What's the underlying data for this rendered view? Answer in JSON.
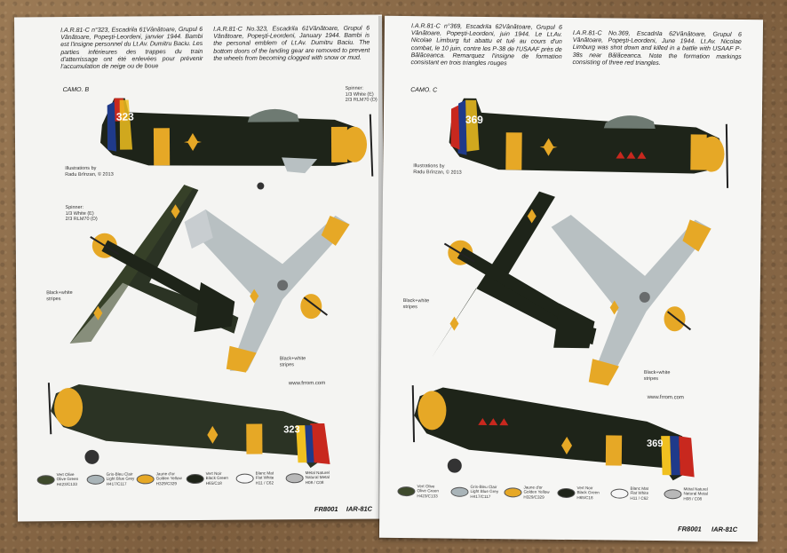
{
  "left_page": {
    "french_text": "I.A.R.81-C n°323, Escadrila 61Vânătoare, Grupul 6 Vânătoare, Popeşti-Leordeni, janvier 1944. Bambi est l'insigne personnel du Lt.Av. Dumitru Baciu. Les parties inférieures des trappes du train d'atterrissage ont été enlevées pour prévenir l'accumulation de neige ou de boue",
    "english_text": "I.A.R.81-C No.323, Escadrila 61Vânătoare, Grupul 6 Vânătoare, Popeşti-Leordeni, January 1944. Bambi is the personal emblem of Lt.Av. Dumitru Baciu. The bottom doors of the landing gear are removed to prevent the wheels from becoming clogged with snow or mud.",
    "camo_label": "CAMO. B",
    "serial": "323",
    "spinner_note": "Spinner:\n1/3 White (E)\n2/3 RLM70 (D)",
    "spinner_note_2": "Spinner:\n1/3 White (E)\n2/3 RLM70 (D)",
    "illustrations_credit": "Illustrations by\nRadu Brînzan, © 2013",
    "stripes_label_1": "Black+white\nstripes",
    "stripes_label_2": "Black+white\nstripes",
    "url": "www.frrom.com",
    "footer_code": "FR8001",
    "footer_title": "IAR-81C",
    "swatches": [
      {
        "label": "Vert Olive\nOlive Green\nH423/C133",
        "color": "#3e4a2c"
      },
      {
        "label": "Gris-Bleu Clair\nLight Blue Grey\nH417/C117",
        "color": "#a9b4b8"
      },
      {
        "label": "Jaune d'or\nGolden Yellow\nH329/C329",
        "color": "#e6a826"
      },
      {
        "label": "Vert Noir\nBlack Green\nH65/C18",
        "color": "#1e2419"
      },
      {
        "label": "Blanc Mat\nFlat White\nH11 / C62",
        "color": "#f6f6f6"
      },
      {
        "label": "Métal Naturel\nNatural Metal\nH08 / C08",
        "color": "#b8b8b8"
      }
    ]
  },
  "right_page": {
    "french_text": "I.A.R.81-C n°369, Escadrila 62Vânătoare, Grupul 6 Vânătoare, Popeşti-Leordeni, juin 1944. Le Lt.Av. Nicolae Limburg fut abattu et tué au cours d'un combat, le 10 juin, contre les P-38 de l'USAAF près de Bălăceanca. Remarquez l'insigne de formation consistant en trois triangles rouges",
    "english_text": "I.A.R.81-C No.369, Escadrila 62Vânătoare, Grupul 6 Vânătoare, Popeşti-Leordeni, June 1944. Lt.Av. Nicolae Limburg was shot down and killed in a battle with USAAF P-38s near Bălăceanca. Note the formation markings consisting of three red triangles.",
    "camo_label": "CAMO. C",
    "serial": "369",
    "illustrations_credit": "Illustrations by\nRadu Brînzan, © 2013",
    "stripes_label_1": "Black+white\nstripes",
    "stripes_label_2": "Black+white\nstripes",
    "url": "www.frrom.com",
    "footer_code": "FR8001",
    "footer_title": "IAR-81C",
    "swatches": [
      {
        "label": "Vert Olive\nOlive Green\nH423/C133",
        "color": "#3e4a2c"
      },
      {
        "label": "Gris-Bleu Clair\nLight Blue Grey\nH417/C117",
        "color": "#a9b4b8"
      },
      {
        "label": "Jaune d'or\nGolden Yellow\nH329/C329",
        "color": "#e6a826"
      },
      {
        "label": "Vert Noir\nBlack Green\nH65/C18",
        "color": "#1e2419"
      },
      {
        "label": "Blanc Mat\nFlat White\nH11 / C62",
        "color": "#f6f6f6"
      },
      {
        "label": "Métal Naturel\nNatural Metal\nH08 / C08",
        "color": "#b8b8b8"
      }
    ]
  },
  "colors": {
    "table": "#8a6a48",
    "paper": "#f4f4f2",
    "dark_green": "#1e2419",
    "olive": "#3e4a2c",
    "yellow": "#e6a826",
    "light_grey": "#b8c0c2",
    "red": "#c8281e",
    "blue": "#1f3a8a",
    "roundel_yellow": "#f0c020"
  }
}
